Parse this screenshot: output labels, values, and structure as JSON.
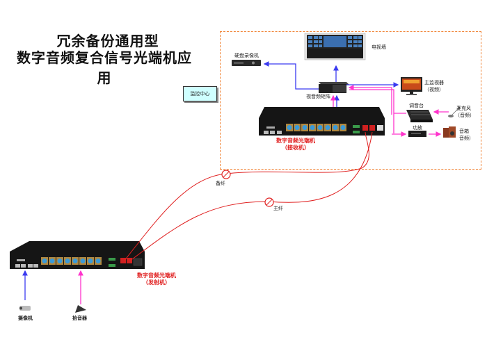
{
  "title": {
    "line1": "冗余备份通用型",
    "line2": "数字音频复合信号光端机应用"
  },
  "zone": {
    "label": "监控中心",
    "border_color": "#f08030"
  },
  "devices": {
    "video_wall": "电视墙",
    "dvr": "硬盘录像机",
    "matrix": "视音频矩阵",
    "main_monitor": "主监视器",
    "main_monitor_sub": "（视频）",
    "mixer": "调音台",
    "microphone": "麦克风",
    "microphone_sub": "（音频）",
    "amplifier": "功放",
    "speaker": "音箱",
    "speaker_sub": "音频）",
    "receiver_line1": "数字音频光端机",
    "receiver_line2": "（接收机）",
    "transmitter_line1": "数字音频光端机",
    "transmitter_line2": "（发射机）",
    "camera": "摄像机",
    "pickup": "拾音器"
  },
  "fibers": {
    "backup": "备纤",
    "main": "主纤"
  },
  "colors": {
    "video_line": "#3a3af0",
    "audio_line": "#ff33cc",
    "fiber_line": "#e02020"
  }
}
